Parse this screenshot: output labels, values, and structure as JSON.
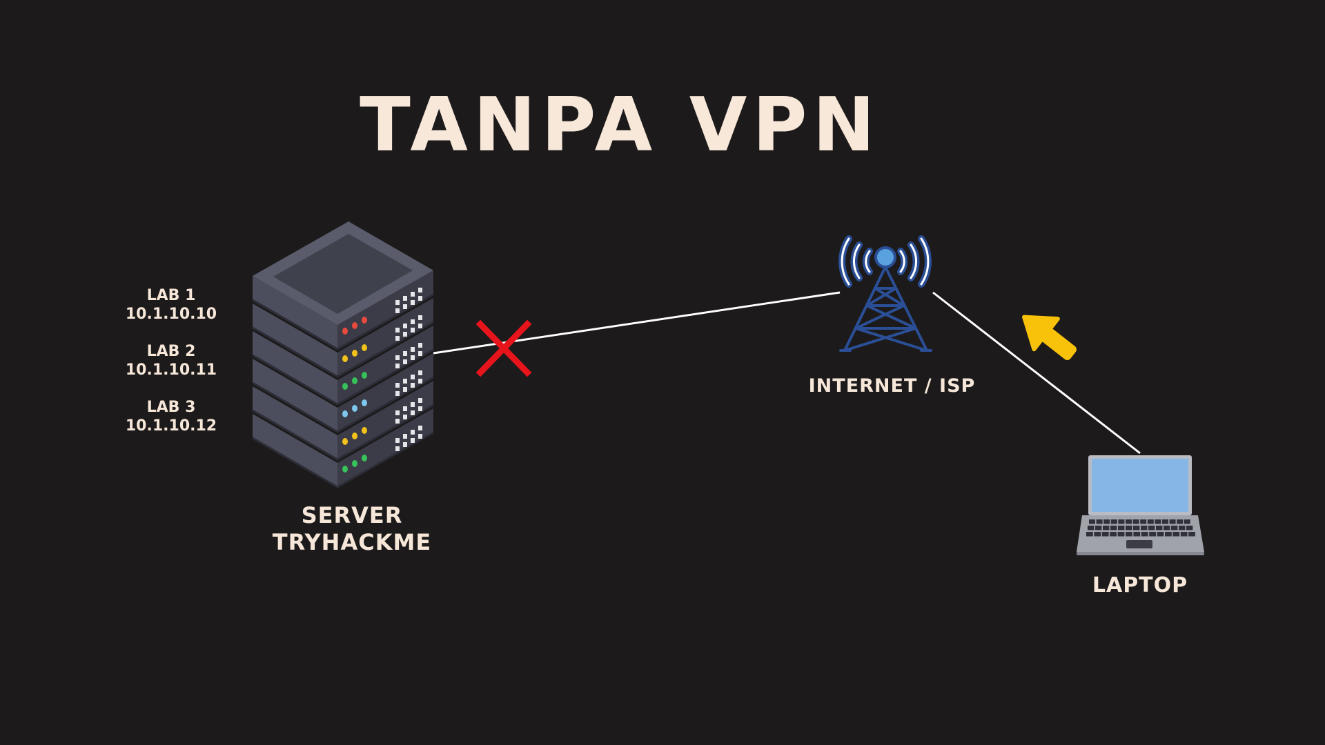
{
  "title": "TANPA VPN",
  "server": {
    "label_line1": "SERVER",
    "label_line2": "TRYHACKME",
    "labs": [
      {
        "name": "LAB 1",
        "ip": "10.1.10.10"
      },
      {
        "name": "LAB 2",
        "ip": "10.1.10.11"
      },
      {
        "name": "LAB 3",
        "ip": "10.1.10.12"
      }
    ]
  },
  "tower": {
    "label": "INTERNET / ISP"
  },
  "laptop": {
    "label": "LAPTOP"
  },
  "colors": {
    "background": "#1c1a1b",
    "text": "#f7e8da",
    "blocked_mark": "#e8141c",
    "arrow": "#f8c20a",
    "tower": "#2b4f96",
    "tower_light": "#5aa1df",
    "server_body": "#4d4e5d",
    "screen": "#86b6e5"
  },
  "icons": [
    "server-icon",
    "cross-icon",
    "tower-icon",
    "arrow-icon",
    "laptop-icon"
  ]
}
